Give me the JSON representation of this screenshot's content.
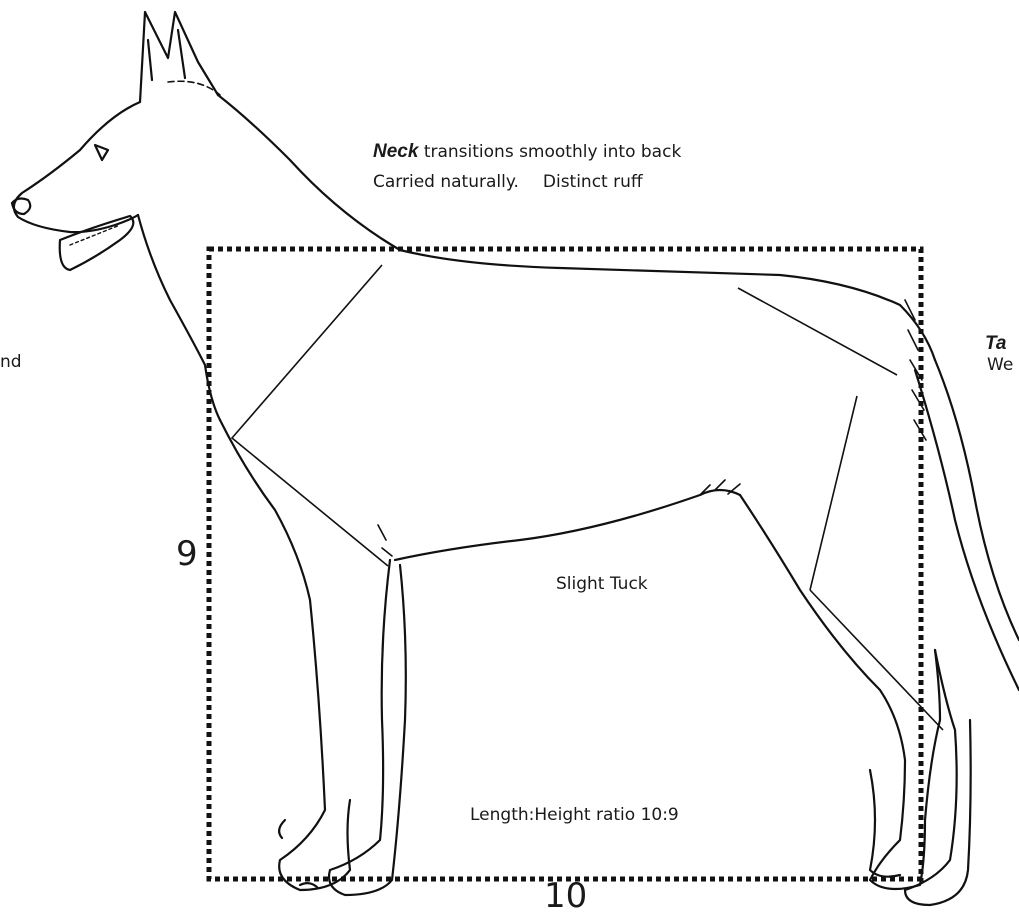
{
  "labels": {
    "neck_title": "Neck",
    "neck_line1": " transitions smoothly into back",
    "neck_line2": "Carried naturally.",
    "neck_ruff": "Distinct ruff",
    "tuck": "Slight Tuck",
    "ratio": "Length:Height ratio 10:9",
    "height_num": "9",
    "length_num": "10",
    "left_edge_text": "nd",
    "right_edge_title": "Ta",
    "right_edge_text": "We"
  },
  "colors": {
    "ink": "#111111",
    "background": "#ffffff"
  }
}
